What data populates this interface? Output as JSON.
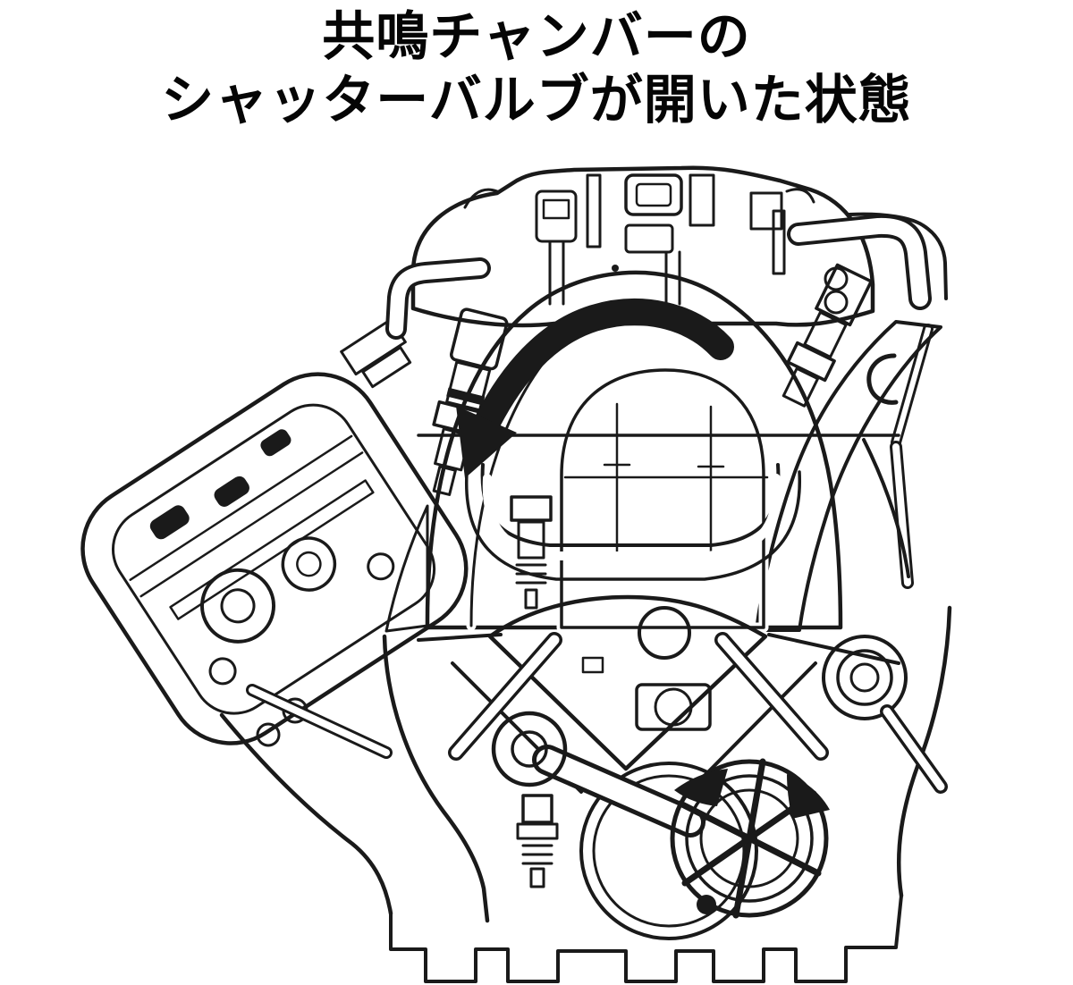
{
  "page": {
    "background_color": "#ffffff",
    "ink_color": "#1a1a1a"
  },
  "title": {
    "line1": "共鳴チャンバーの",
    "line2": "シャッターバルブが開いた状態"
  },
  "icons": {
    "airflow_arrow": "thick-curved-arrow-sweeping-down-left"
  }
}
